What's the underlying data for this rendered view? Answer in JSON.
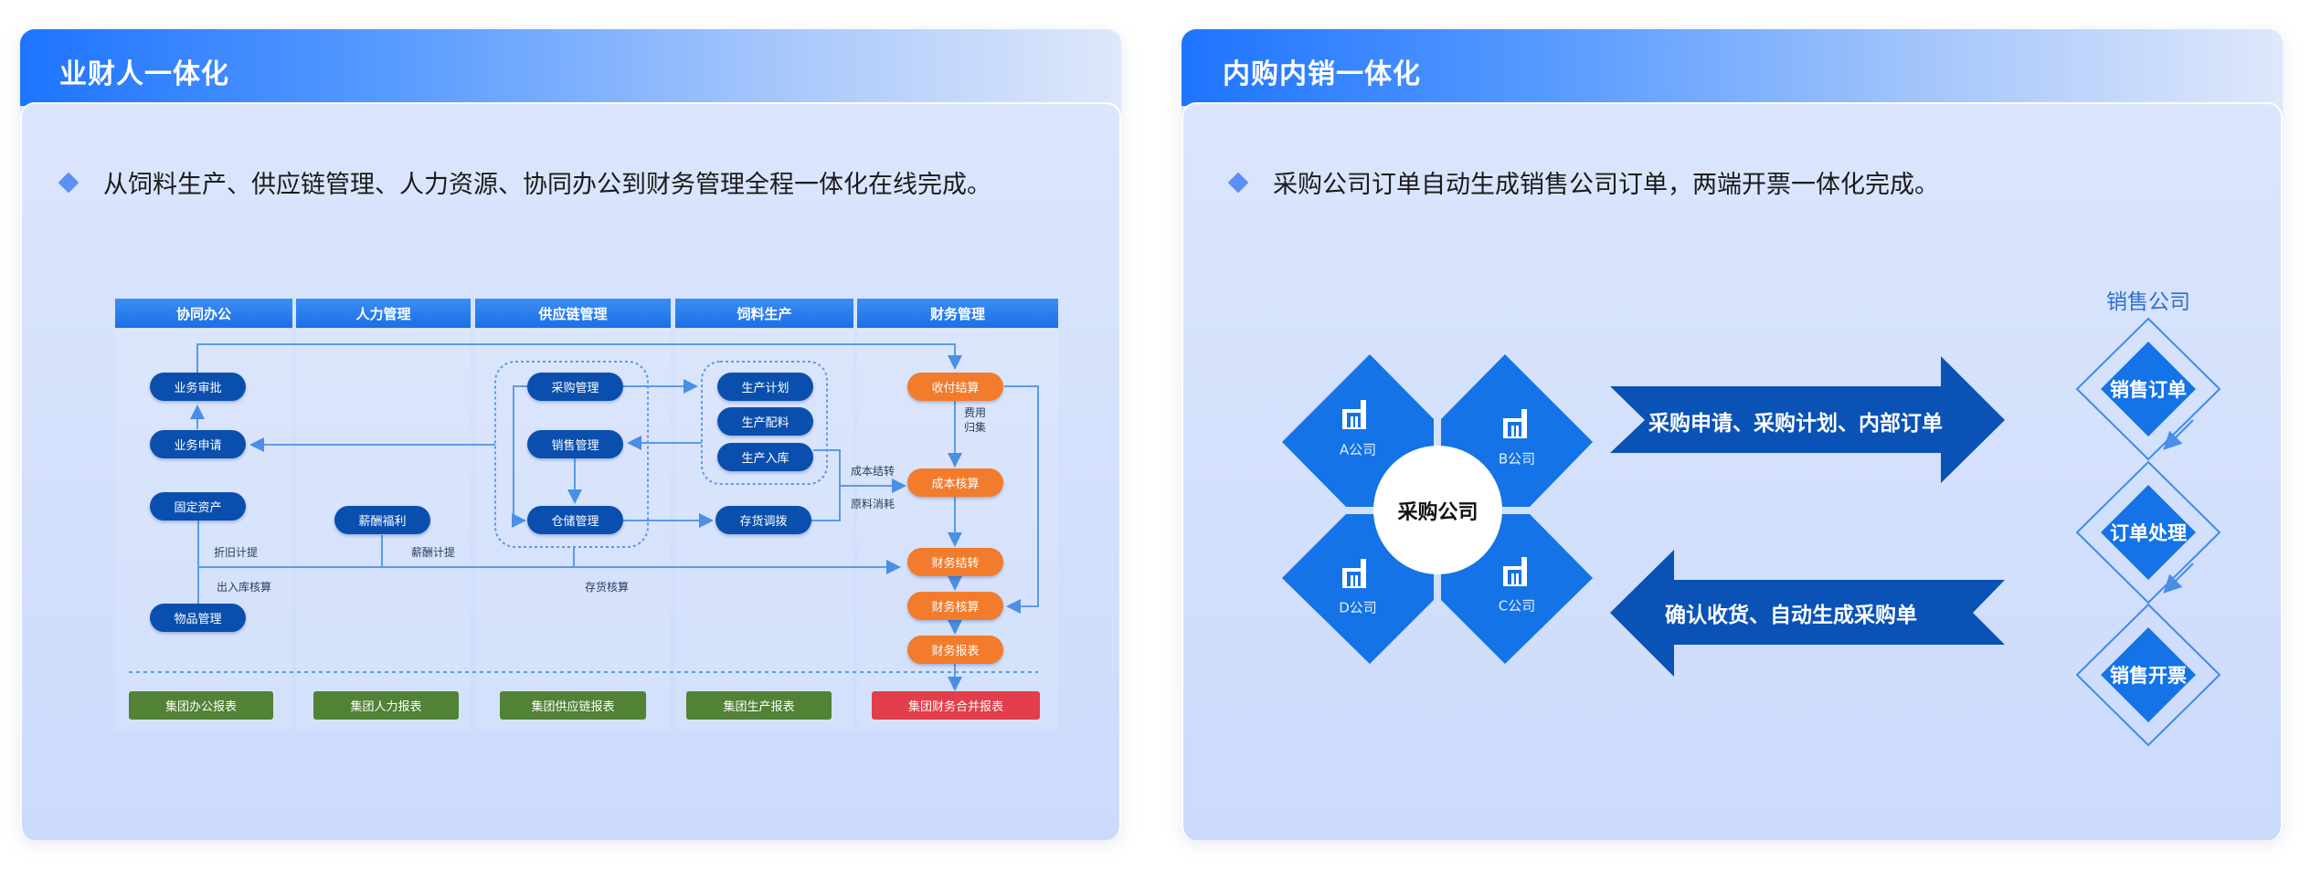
{
  "left_card": {
    "title": "业财人一体化",
    "bullet": "从饲料生产、供应链管理、人力资源、协同办公到财务管理全程一体化在线完成。",
    "columns": [
      "协同办公",
      "人力管理",
      "供应链管理",
      "饲料生产",
      "财务管理"
    ],
    "nodes": {
      "approval": "业务审批",
      "application": "业务申请",
      "fixed_assets": "固定资产",
      "goods": "物品管理",
      "salary": "薪酬福利",
      "purchase": "采购管理",
      "sales": "销售管理",
      "warehouse": "仓储管理",
      "plan": "生产计划",
      "batching": "生产配料",
      "storage": "生产入库",
      "transfer": "存货调拨",
      "settlement": "收付结算",
      "cost": "成本核算",
      "carryover": "财务结转",
      "accounting": "财务核算",
      "report": "财务报表"
    },
    "labels": {
      "expense": "费用归集",
      "cost_carry": "成本结转",
      "material": "原料消耗",
      "depreciation": "折旧计提",
      "inout": "出入库核算",
      "salary_accrual": "薪酬计提",
      "inventory": "存货核算"
    },
    "reports": [
      "集团办公报表",
      "集团人力报表",
      "集团供应链报表",
      "集团生产报表",
      "集团财务合并报表"
    ]
  },
  "right_card": {
    "title": "内购内销一体化",
    "bullet": "采购公司订单自动生成销售公司订单，两端开票一体化完成。",
    "center": "采购公司",
    "companies": [
      "A公司",
      "B公司",
      "C公司",
      "D公司"
    ],
    "arrow_right": "采购申请、采购计划、内部订单",
    "arrow_left": "确认收货、自动生成采购单",
    "sales_title": "销售公司",
    "steps": [
      "销售订单",
      "订单处理",
      "销售开票"
    ]
  },
  "colors": {
    "primary": "#1e74fe",
    "node_blue": "#0b4fae",
    "node_orange": "#f27b2c",
    "report_green": "#518236",
    "report_red": "#e23e4b",
    "arrow_blue": "#0a52b5",
    "diamond_blue": "#1473e6"
  }
}
